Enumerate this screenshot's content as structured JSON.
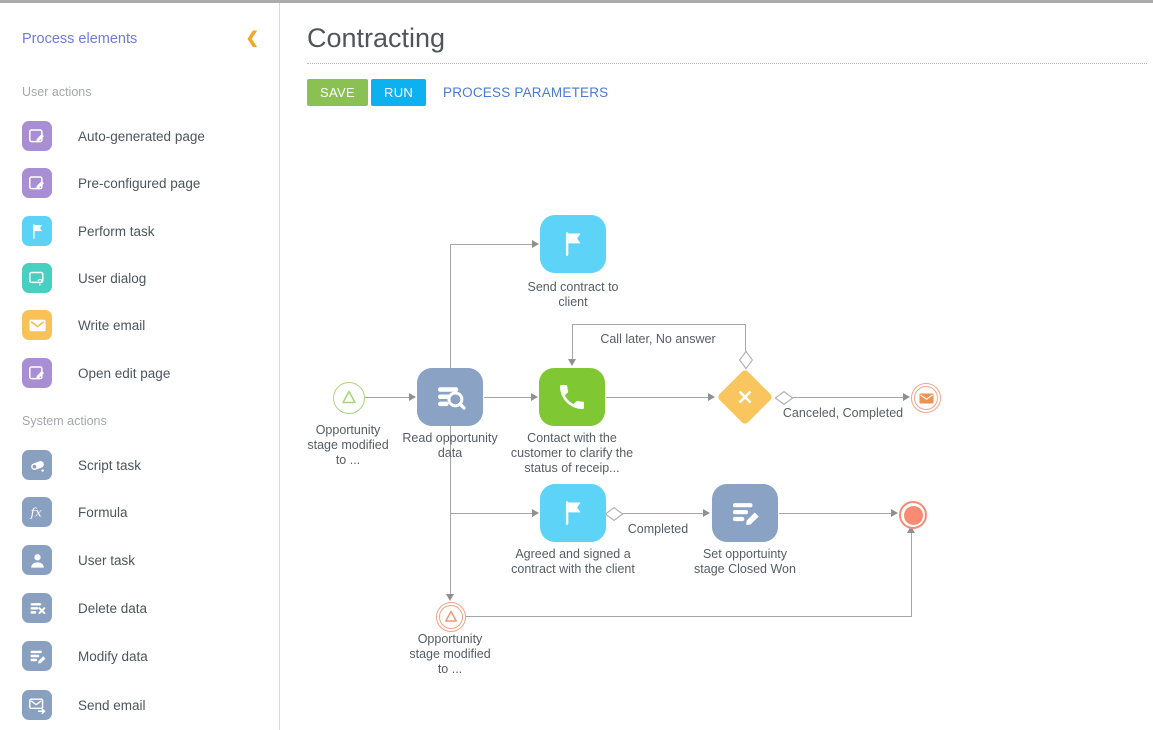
{
  "sidebar": {
    "title": "Process elements",
    "collapse_glyph": "❮",
    "sections": [
      {
        "label": "User actions",
        "items": [
          {
            "label": "Auto-generated page",
            "icon": "page-edit-icon",
            "color": "#a88ed2"
          },
          {
            "label": "Pre-configured page",
            "icon": "page-edit-icon",
            "color": "#a88ed2"
          },
          {
            "label": "Perform task",
            "icon": "flag-icon",
            "color": "#5bd2f6"
          },
          {
            "label": "User dialog",
            "icon": "dialog-question-icon",
            "color": "#47cfc0"
          },
          {
            "label": "Write email",
            "icon": "envelope-icon",
            "color": "#f8c259"
          },
          {
            "label": "Open edit page",
            "icon": "page-edit-icon",
            "color": "#a88ed2"
          }
        ]
      },
      {
        "label": "System actions",
        "items": [
          {
            "label": "Script task",
            "icon": "scroll-icon",
            "color": "#8aa0c0"
          },
          {
            "label": "Formula",
            "icon": "formula-icon",
            "color": "#8aa0c0"
          },
          {
            "label": "User task",
            "icon": "user-icon",
            "color": "#8aa0c0"
          },
          {
            "label": "Delete data",
            "icon": "delete-data-icon",
            "color": "#8aa0c0"
          },
          {
            "label": "Modify data",
            "icon": "modify-data-icon",
            "color": "#8aa0c0"
          },
          {
            "label": "Send email",
            "icon": "send-email-icon",
            "color": "#8aa0c0"
          }
        ]
      }
    ]
  },
  "header": {
    "title": "Contracting",
    "save_button": "SAVE",
    "run_button": "RUN",
    "process_parameters_link": "PROCESS PARAMETERS",
    "save_color": "#8bc152",
    "run_color": "#0db1ef"
  },
  "diagram": {
    "nodes": {
      "start_signal": {
        "type": "start-signal-event",
        "label": "Opportunity stage modified to ..."
      },
      "read_data": {
        "type": "read-data-task",
        "label": "Read opportunity data"
      },
      "send_contract": {
        "type": "perform-task",
        "label": "Send contract to client"
      },
      "contact_customer": {
        "type": "call-task",
        "label": "Contact with the customer to clarify the status of receip..."
      },
      "exclusive_gateway": {
        "type": "exclusive-gateway"
      },
      "message_end": {
        "type": "message-end-event"
      },
      "agreed_signed": {
        "type": "perform-task",
        "label": "Agreed and signed a contract with the client"
      },
      "set_stage": {
        "type": "modify-data-task",
        "label": "Set opportuinty stage Closed Won"
      },
      "terminate_end": {
        "type": "terminate-end-event"
      },
      "intermediate_signal": {
        "type": "intermediate-signal-event",
        "label": "Opportunity stage modified to ..."
      }
    },
    "edge_labels": {
      "call_later": "Call later, No answer",
      "canceled_completed": "Canceled, Completed",
      "completed": "Completed"
    },
    "colors": {
      "task_cyan": "#5ed3f8",
      "task_slate": "#8aa2c3",
      "task_green": "#7fc733",
      "gateway_amber": "#f8c55e",
      "start_green": "#a8d57e",
      "signal_orange": "#f2a382",
      "terminate_red": "#f98a74",
      "connector_gray": "#a6a6a6"
    }
  }
}
